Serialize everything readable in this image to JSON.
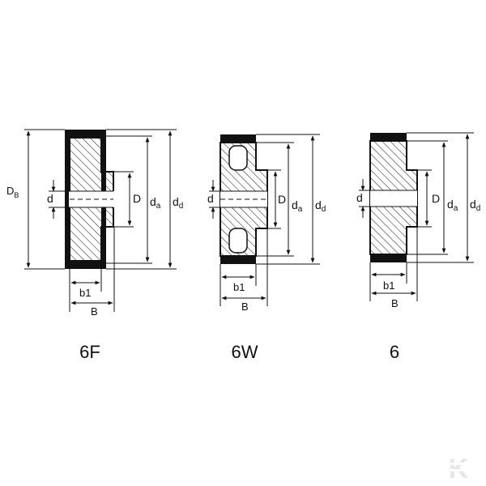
{
  "variants": [
    {
      "id": "6F",
      "caption": "6F",
      "labels": {
        "DB": "D",
        "DB_sub": "B",
        "d": "d",
        "D": "D",
        "da": "d",
        "da_sub": "a",
        "dd": "d",
        "dd_sub": "d",
        "b1": "b1",
        "B": "B"
      }
    },
    {
      "id": "6W",
      "caption": "6W",
      "labels": {
        "d": "d",
        "D": "D",
        "da": "d",
        "da_sub": "a",
        "dd": "d",
        "dd_sub": "d",
        "b1": "b1",
        "B": "B"
      }
    },
    {
      "id": "6",
      "caption": "6",
      "labels": {
        "d": "d",
        "D": "D",
        "da": "d",
        "da_sub": "a",
        "dd": "d",
        "dd_sub": "d",
        "b1": "b1",
        "B": "B"
      }
    }
  ],
  "logo": {
    "text": "K",
    "color": "#e6e6e6"
  }
}
